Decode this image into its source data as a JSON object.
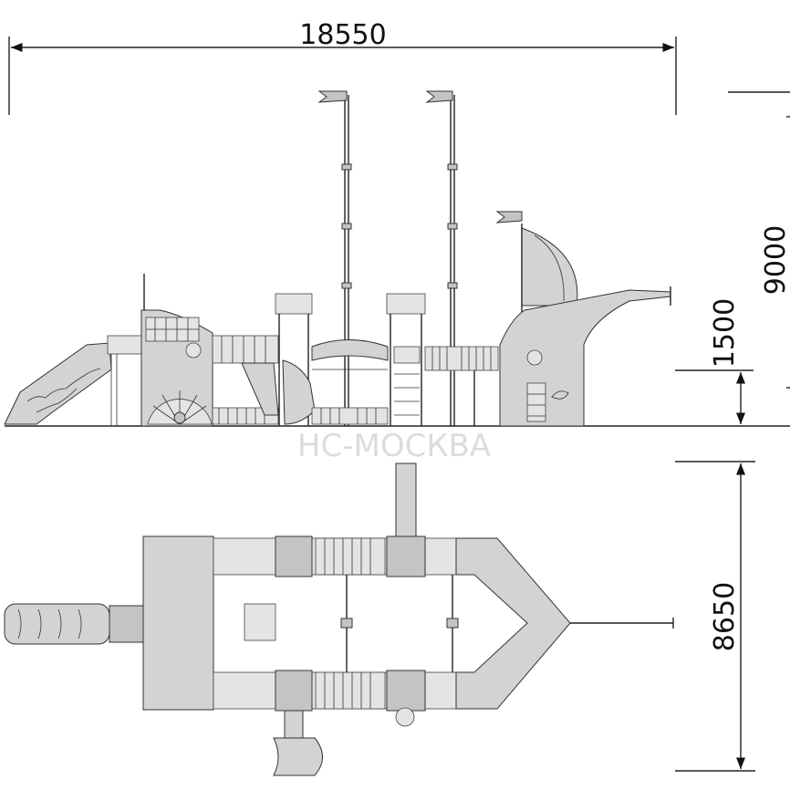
{
  "dimensions": {
    "total_length": "18550",
    "total_height": "9000",
    "platform_height": "1500",
    "total_width": "8650"
  },
  "watermark": {
    "text": "НС-МОСКВА"
  },
  "colors": {
    "line": "#222222",
    "fill": "#d3d3d3",
    "watermark": "#dcdcdc"
  }
}
